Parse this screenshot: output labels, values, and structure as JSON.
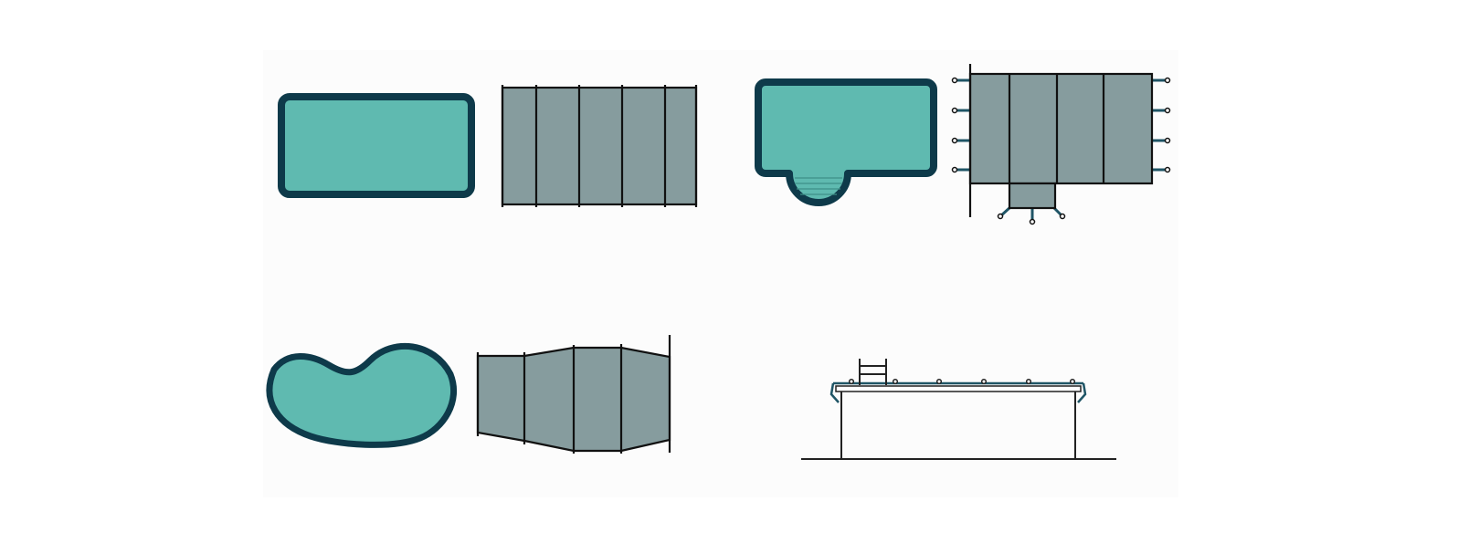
{
  "colors": {
    "page_bg": "#ffffff",
    "panel_bg": "#fcfcfc",
    "pool_water": "#5fbab0",
    "pool_edge": "#0e3a4a",
    "cover_fill": "#869c9e",
    "line": "#111111",
    "anchor": "#1f5566"
  },
  "figures": [
    {
      "name": "rectangle-pool"
    },
    {
      "name": "rectangle-pool-cover"
    },
    {
      "name": "roman-step-pool"
    },
    {
      "name": "roman-step-pool-cover"
    },
    {
      "name": "kidney-pool"
    },
    {
      "name": "kidney-pool-cover"
    },
    {
      "name": "above-ground-pool-side-view"
    }
  ]
}
